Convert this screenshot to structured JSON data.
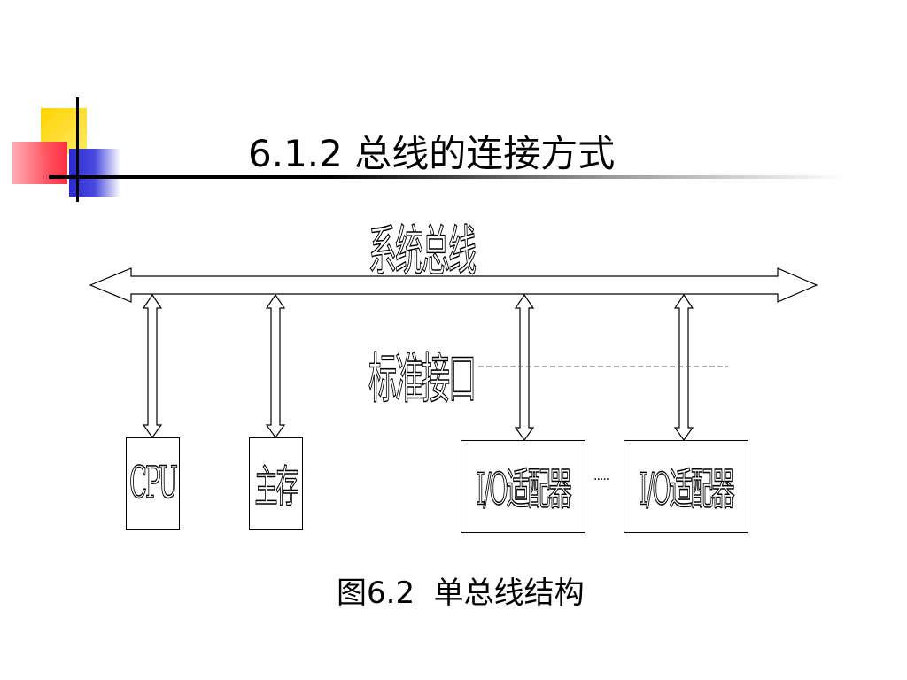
{
  "slide": {
    "title": "6.1.2 总线的连接方式",
    "caption": "图6.2  单总线结构"
  },
  "diagram": {
    "bus_label": "系统总线",
    "interface_label": "标准接口",
    "ellipsis": "·····",
    "nodes": [
      {
        "id": "cpu",
        "label": "CPU"
      },
      {
        "id": "mem",
        "label": "主存"
      },
      {
        "id": "io1",
        "label": "I/O适配器"
      },
      {
        "id": "io2",
        "label": "I/O适配器"
      }
    ]
  },
  "colors": {
    "deco_yellow": "#ffd400",
    "deco_red": "#ff4b5a",
    "deco_blue": "#2a2ad0"
  }
}
